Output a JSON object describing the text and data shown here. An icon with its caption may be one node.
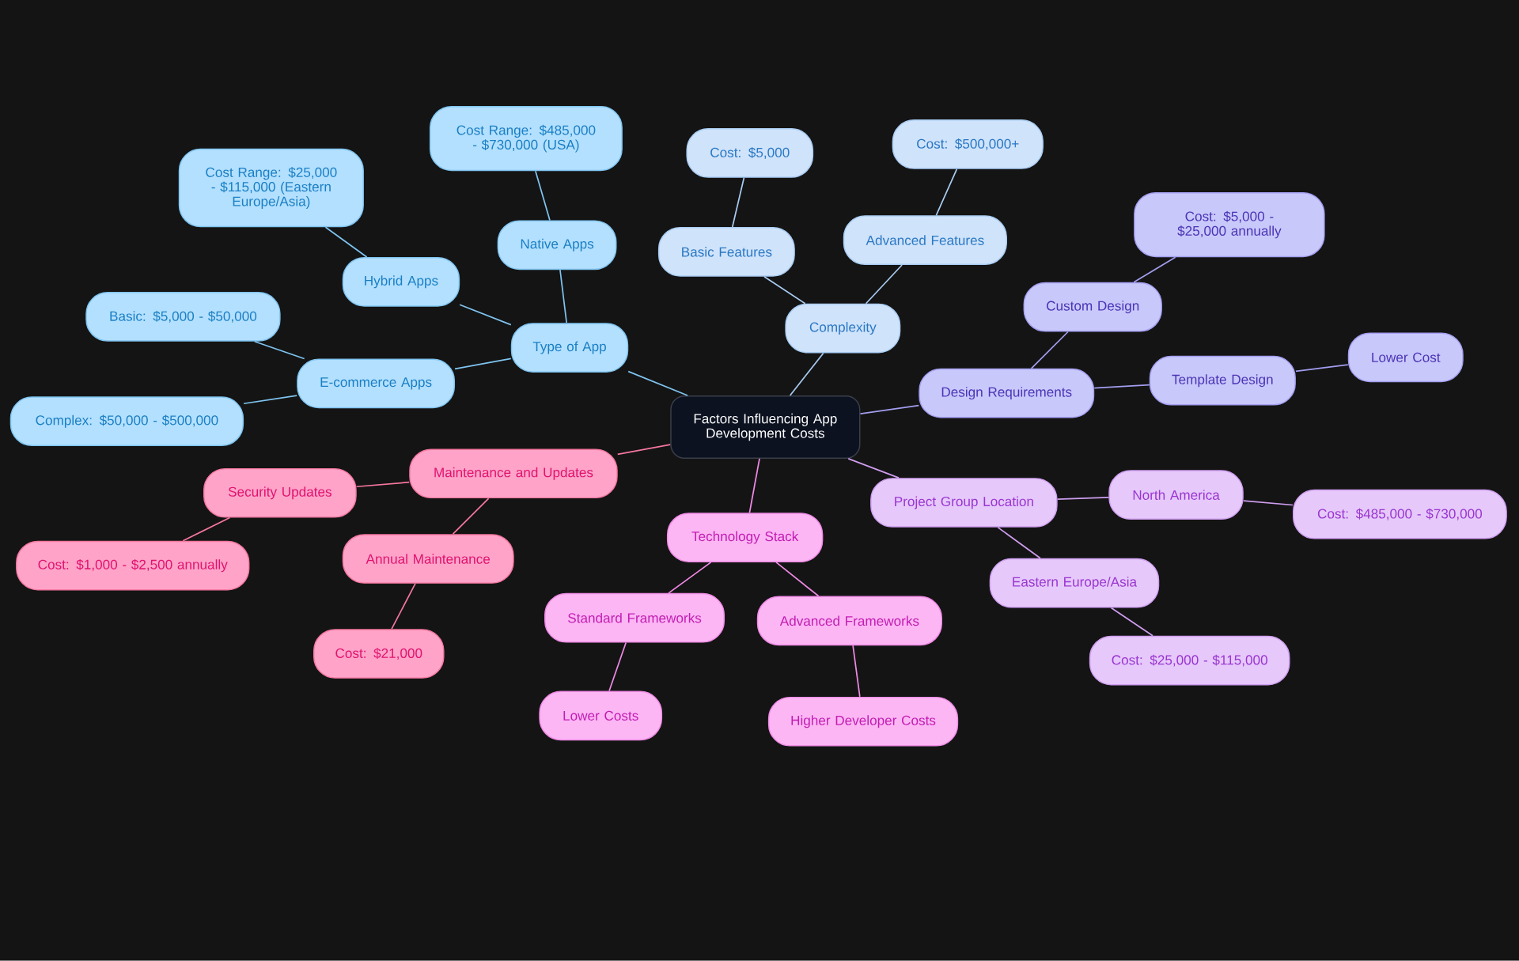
{
  "diagram": {
    "nodes": [
      {
        "text": [
          "Factors Influencing App Development Costs"
        ]
      },
      {
        "text": [
          "Type of App"
        ]
      },
      {
        "text": [
          "Native Apps"
        ]
      },
      {
        "text": [
          "Cost Range: $485,000 - $730,000 (USA)"
        ]
      },
      {
        "text": [
          "Hybrid Apps"
        ]
      },
      {
        "text": [
          "Cost Range: $25,000 - $115,000 (Eastern Europe/Asia)"
        ]
      },
      {
        "text": [
          "E-commerce Apps"
        ]
      },
      {
        "text": [
          "Basic: $5,000 - $50,000"
        ]
      },
      {
        "text": [
          "Complex: $50,000 - $500,000"
        ]
      },
      {
        "text": [
          "Complexity"
        ]
      },
      {
        "text": [
          "Basic Features"
        ]
      },
      {
        "text": [
          "Cost: $5,000"
        ]
      },
      {
        "text": [
          "Advanced Features"
        ]
      },
      {
        "text": [
          "Cost: $500,000+"
        ]
      },
      {
        "text": [
          "Design Requirements"
        ]
      },
      {
        "text": [
          "Custom Design"
        ]
      },
      {
        "text": [
          "Cost: $5,000 - $25,000 annually"
        ]
      },
      {
        "text": [
          "Template Design"
        ]
      },
      {
        "text": [
          "Lower Cost"
        ]
      },
      {
        "text": [
          "Project Group Location"
        ]
      },
      {
        "text": [
          "North America"
        ]
      },
      {
        "text": [
          "Cost: $485,000 - $730,000"
        ]
      },
      {
        "text": [
          "Eastern Europe/Asia"
        ]
      },
      {
        "text": [
          "Cost: $25,000 - $115,000"
        ]
      },
      {
        "text": [
          "Technology Stack"
        ]
      },
      {
        "text": [
          "Standard Frameworks"
        ]
      },
      {
        "text": [
          "Lower Costs"
        ]
      },
      {
        "text": [
          "Advanced Frameworks"
        ]
      },
      {
        "text": [
          "Higher Developer Costs"
        ]
      },
      {
        "text": [
          "Maintenance and Updates"
        ]
      },
      {
        "text": [
          "Security Updates"
        ]
      },
      {
        "text": [
          "Cost: $1,000 - $2,500 annually"
        ]
      },
      {
        "text": [
          "Annual Maintenance"
        ]
      },
      {
        "text": [
          "Cost: $21,000"
        ]
      }
    ],
    "edges": [
      {
        "from": 0,
        "to": 1,
        "arrow": "none",
        "color": "#7fc4f0"
      },
      {
        "from": 1,
        "to": 2,
        "arrow": "none",
        "color": "#7fc4f0"
      },
      {
        "from": 2,
        "to": 3,
        "arrow": "none",
        "color": "#7fc4f0"
      },
      {
        "from": 1,
        "to": 4,
        "arrow": "none",
        "color": "#7fc4f0"
      },
      {
        "from": 4,
        "to": 5,
        "arrow": "none",
        "color": "#7fc4f0"
      },
      {
        "from": 1,
        "to": 6,
        "arrow": "none",
        "color": "#7fc4f0"
      },
      {
        "from": 6,
        "to": 7,
        "arrow": "none",
        "color": "#7fc4f0"
      },
      {
        "from": 6,
        "to": 8,
        "arrow": "none",
        "color": "#7fc4f0"
      },
      {
        "from": 0,
        "to": 9,
        "arrow": "none",
        "color": "#a9ccf2"
      },
      {
        "from": 9,
        "to": 10,
        "arrow": "none",
        "color": "#a9ccf2"
      },
      {
        "from": 10,
        "to": 11,
        "arrow": "none",
        "color": "#a9ccf2"
      },
      {
        "from": 9,
        "to": 12,
        "arrow": "none",
        "color": "#a9ccf2"
      },
      {
        "from": 12,
        "to": 13,
        "arrow": "none",
        "color": "#a9ccf2"
      },
      {
        "from": 0,
        "to": 14,
        "arrow": "none",
        "color": "#a39ef0"
      },
      {
        "from": 14,
        "to": 15,
        "arrow": "none",
        "color": "#a39ef0"
      },
      {
        "from": 15,
        "to": 16,
        "arrow": "none",
        "color": "#a39ef0"
      },
      {
        "from": 14,
        "to": 17,
        "arrow": "none",
        "color": "#a39ef0"
      },
      {
        "from": 17,
        "to": 18,
        "arrow": "none",
        "color": "#a39ef0"
      },
      {
        "from": 0,
        "to": 19,
        "arrow": "none",
        "color": "#cf9ef0"
      },
      {
        "from": 19,
        "to": 20,
        "arrow": "none",
        "color": "#cf9ef0"
      },
      {
        "from": 20,
        "to": 21,
        "arrow": "none",
        "color": "#cf9ef0"
      },
      {
        "from": 19,
        "to": 22,
        "arrow": "none",
        "color": "#cf9ef0"
      },
      {
        "from": 22,
        "to": 23,
        "arrow": "none",
        "color": "#cf9ef0"
      },
      {
        "from": 0,
        "to": 24,
        "arrow": "none",
        "color": "#f08ae6"
      },
      {
        "from": 24,
        "to": 25,
        "arrow": "none",
        "color": "#f08ae6"
      },
      {
        "from": 25,
        "to": 26,
        "arrow": "none",
        "color": "#f08ae6"
      },
      {
        "from": 24,
        "to": 27,
        "arrow": "none",
        "color": "#f08ae6"
      },
      {
        "from": 27,
        "to": 28,
        "arrow": "none",
        "color": "#f08ae6"
      },
      {
        "from": 0,
        "to": 29,
        "arrow": "none",
        "color": "#f5779f"
      },
      {
        "from": 29,
        "to": 30,
        "arrow": "none",
        "color": "#f5779f"
      },
      {
        "from": 30,
        "to": 31,
        "arrow": "none",
        "color": "#f5779f"
      },
      {
        "from": 29,
        "to": 32,
        "arrow": "none",
        "color": "#f5779f"
      },
      {
        "from": 32,
        "to": 33,
        "arrow": "none",
        "color": "#f5779f"
      }
    ]
  }
}
